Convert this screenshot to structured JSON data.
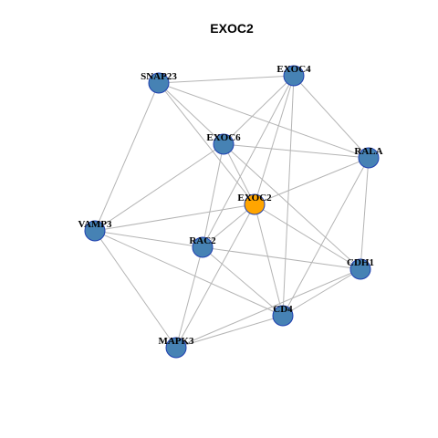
{
  "title": "EXOC2",
  "colors": {
    "node_default": "#4682b4",
    "node_focus": "#ffa500",
    "node_border": "#1f3fb0",
    "edge": "#b4b4b4"
  },
  "nodes": [
    {
      "id": "EXOC2",
      "label": "EXOC2",
      "focus": true
    },
    {
      "id": "EXOC4",
      "label": "EXOC4",
      "focus": false
    },
    {
      "id": "SNAP23",
      "label": "SNAP23",
      "focus": false
    },
    {
      "id": "EXOC6",
      "label": "EXOC6",
      "focus": false
    },
    {
      "id": "RALA",
      "label": "RALA",
      "focus": false
    },
    {
      "id": "VAMP3",
      "label": "VAMP3",
      "focus": false
    },
    {
      "id": "RAC2",
      "label": "RAC2",
      "focus": false
    },
    {
      "id": "CDH1",
      "label": "CDH1",
      "focus": false
    },
    {
      "id": "CD4",
      "label": "CD4",
      "focus": false
    },
    {
      "id": "MAPK3",
      "label": "MAPK3",
      "focus": false
    }
  ],
  "edges": [
    [
      "SNAP23",
      "EXOC4"
    ],
    [
      "SNAP23",
      "EXOC6"
    ],
    [
      "SNAP23",
      "EXOC2"
    ],
    [
      "SNAP23",
      "VAMP3"
    ],
    [
      "SNAP23",
      "RALA"
    ],
    [
      "EXOC4",
      "EXOC6"
    ],
    [
      "EXOC4",
      "RALA"
    ],
    [
      "EXOC4",
      "EXOC2"
    ],
    [
      "EXOC4",
      "RAC2"
    ],
    [
      "EXOC4",
      "CD4"
    ],
    [
      "EXOC6",
      "RALA"
    ],
    [
      "EXOC6",
      "EXOC2"
    ],
    [
      "EXOC6",
      "VAMP3"
    ],
    [
      "EXOC6",
      "RAC2"
    ],
    [
      "EXOC6",
      "CDH1"
    ],
    [
      "RALA",
      "EXOC2"
    ],
    [
      "RALA",
      "CDH1"
    ],
    [
      "RALA",
      "CD4"
    ],
    [
      "EXOC2",
      "VAMP3"
    ],
    [
      "EXOC2",
      "RAC2"
    ],
    [
      "EXOC2",
      "CDH1"
    ],
    [
      "EXOC2",
      "CD4"
    ],
    [
      "EXOC2",
      "MAPK3"
    ],
    [
      "VAMP3",
      "RAC2"
    ],
    [
      "VAMP3",
      "CD4"
    ],
    [
      "VAMP3",
      "MAPK3"
    ],
    [
      "RAC2",
      "CDH1"
    ],
    [
      "RAC2",
      "CD4"
    ],
    [
      "RAC2",
      "MAPK3"
    ],
    [
      "CDH1",
      "CD4"
    ],
    [
      "CDH1",
      "MAPK3"
    ],
    [
      "CD4",
      "MAPK3"
    ]
  ]
}
